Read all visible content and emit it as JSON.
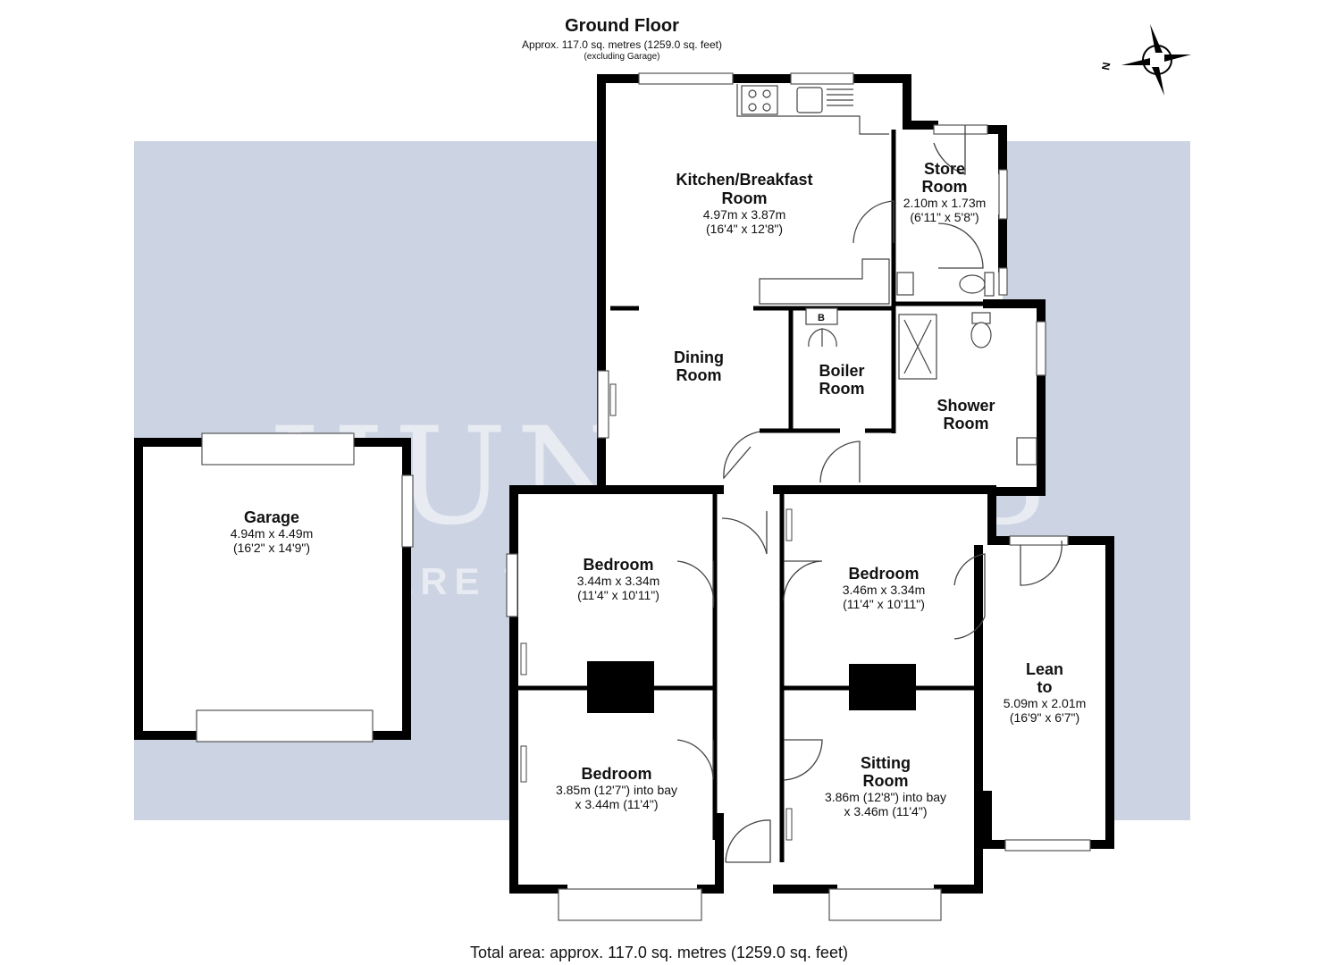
{
  "header": {
    "title": "Ground Floor",
    "area": "Approx. 117.0 sq. metres (1259.0 sq. feet)",
    "note": "(excluding Garage)"
  },
  "footer": "Total area: approx. 117.0 sq. metres (1259.0 sq. feet)",
  "compass_label": "N",
  "watermark": {
    "brand": "HUNTERS",
    "tagline": "HERE TO GET you THERE"
  },
  "rooms": {
    "kitchen": {
      "name1": "Kitchen/Breakfast",
      "name2": "Room",
      "dim1": "4.97m x 3.87m",
      "dim2": "(16'4\" x 12'8\")"
    },
    "store": {
      "name1": "Store",
      "name2": "Room",
      "dim1": "2.10m x 1.73m",
      "dim2": "(6'11\" x 5'8\")"
    },
    "dining": {
      "name1": "Dining",
      "name2": "Room"
    },
    "boiler": {
      "name1": "Boiler",
      "name2": "Room",
      "badge": "B"
    },
    "shower": {
      "name1": "Shower",
      "name2": "Room"
    },
    "garage": {
      "name": "Garage",
      "dim1": "4.94m x 4.49m",
      "dim2": "(16'2\" x 14'9\")"
    },
    "bedroom_1": {
      "name": "Bedroom",
      "dim1": "3.44m x 3.34m",
      "dim2": "(11'4\" x 10'11\")"
    },
    "bedroom_2": {
      "name": "Bedroom",
      "dim1": "3.46m x 3.34m",
      "dim2": "(11'4\" x 10'11\")"
    },
    "bedroom_3": {
      "name": "Bedroom",
      "dim1": "3.85m (12'7\") into bay",
      "dim2": "x 3.44m (11'4\")"
    },
    "sitting": {
      "name1": "Sitting",
      "name2": "Room",
      "dim1": "3.86m (12'8\") into bay",
      "dim2": "x 3.46m (11'4\")"
    },
    "lean_to": {
      "name1": "Lean",
      "name2": "to",
      "dim1": "5.09m x 2.01m",
      "dim2": "(16'9\" x 6'7\")"
    }
  },
  "colors": {
    "wall": "#000000",
    "band": "#ccd3e3",
    "paper": "#ffffff"
  }
}
